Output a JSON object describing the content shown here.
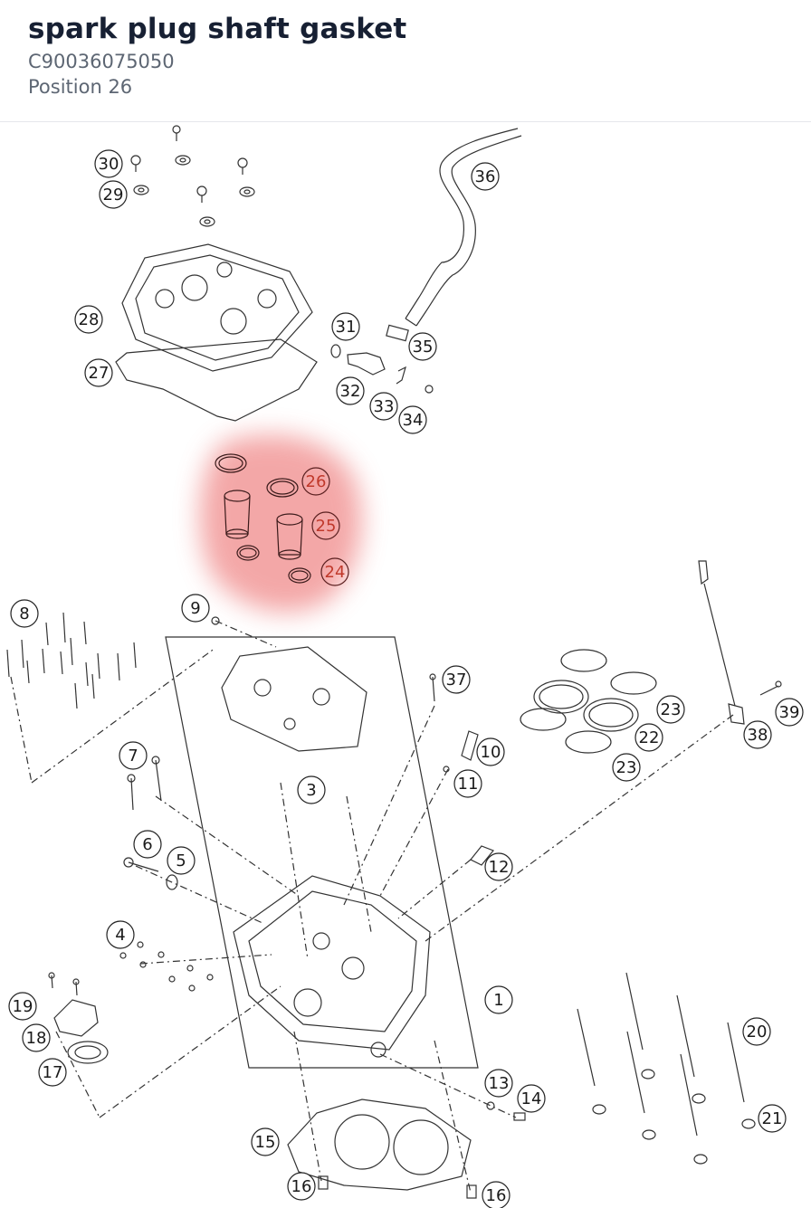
{
  "header": {
    "title": "spark plug shaft gasket",
    "part_number": "C90036075050",
    "position": "Position 26"
  },
  "highlight_color": "#f08a8a",
  "callouts": [
    {
      "id": "c1",
      "label": "1"
    },
    {
      "id": "c3",
      "label": "3"
    },
    {
      "id": "c4",
      "label": "4"
    },
    {
      "id": "c5",
      "label": "5"
    },
    {
      "id": "c6",
      "label": "6"
    },
    {
      "id": "c7",
      "label": "7"
    },
    {
      "id": "c8",
      "label": "8"
    },
    {
      "id": "c9",
      "label": "9"
    },
    {
      "id": "c10",
      "label": "10"
    },
    {
      "id": "c11",
      "label": "11"
    },
    {
      "id": "c12",
      "label": "12"
    },
    {
      "id": "c13",
      "label": "13"
    },
    {
      "id": "c14",
      "label": "14"
    },
    {
      "id": "c15",
      "label": "15"
    },
    {
      "id": "c16a",
      "label": "16"
    },
    {
      "id": "c16b",
      "label": "16"
    },
    {
      "id": "c17",
      "label": "17"
    },
    {
      "id": "c18",
      "label": "18"
    },
    {
      "id": "c19",
      "label": "19"
    },
    {
      "id": "c20",
      "label": "20"
    },
    {
      "id": "c21",
      "label": "21"
    },
    {
      "id": "c22",
      "label": "22"
    },
    {
      "id": "c23a",
      "label": "23"
    },
    {
      "id": "c23b",
      "label": "23"
    },
    {
      "id": "c24",
      "label": "24"
    },
    {
      "id": "c25",
      "label": "25"
    },
    {
      "id": "c26",
      "label": "26"
    },
    {
      "id": "c27",
      "label": "27"
    },
    {
      "id": "c28",
      "label": "28"
    },
    {
      "id": "c29",
      "label": "29"
    },
    {
      "id": "c30",
      "label": "30"
    },
    {
      "id": "c31",
      "label": "31"
    },
    {
      "id": "c32",
      "label": "32"
    },
    {
      "id": "c33",
      "label": "33"
    },
    {
      "id": "c34",
      "label": "34"
    },
    {
      "id": "c35",
      "label": "35"
    },
    {
      "id": "c36",
      "label": "36"
    },
    {
      "id": "c37",
      "label": "37"
    },
    {
      "id": "c38",
      "label": "38"
    },
    {
      "id": "c39",
      "label": "39"
    }
  ]
}
